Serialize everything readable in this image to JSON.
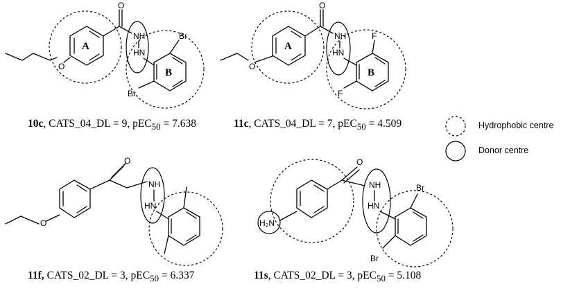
{
  "molecules": [
    {
      "id": "10c",
      "caption": {
        "id": "10c",
        "desc": "CATS_04_DL = 9, pEC",
        "sub": "50",
        "value": " = 7.638"
      },
      "labels": {
        "O": "O",
        "carbonyl_O": "O",
        "NH1": "NH",
        "NH2": "HN",
        "X1": "Br",
        "X2": "Br",
        "ringA": "A",
        "ringB": "B"
      }
    },
    {
      "id": "11c",
      "caption": {
        "id": "11c",
        "desc": "CATS_04_DL = 7, pEC",
        "sub": "50",
        "value": " = 4.509"
      },
      "labels": {
        "O": "O",
        "carbonyl_O": "O",
        "NH1": "NH",
        "NH2": "HN",
        "X1": "F",
        "X2": "F",
        "ringA": "A",
        "ringB": "B"
      }
    },
    {
      "id": "11f",
      "caption": {
        "id": "11f,",
        "desc": " CATS_02_DL = 3, pEC",
        "sub": "50",
        "value": " = 6.337"
      },
      "labels": {
        "O": "O",
        "carbonyl_O": "O",
        "NH1": "NH",
        "NH2": "HN"
      }
    },
    {
      "id": "11s",
      "caption": {
        "id": "11s",
        "desc": "CATS_02_DL = 3, pEC",
        "sub": "50",
        "value": " = 5.108"
      },
      "labels": {
        "N": "H₂N",
        "carbonyl_O": "O",
        "NH1": "NH",
        "NH2": "HN",
        "X1": "Br",
        "X2": "Br"
      }
    }
  ],
  "legend": {
    "hydrophobic": "Hydrophobic centre",
    "donor": "Donor centre"
  }
}
